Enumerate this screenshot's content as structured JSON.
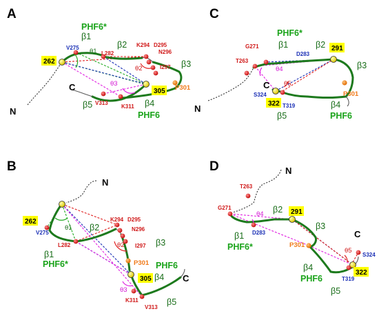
{
  "panels": {
    "A": {
      "label": "A",
      "n": "N",
      "c": "C",
      "phf6_star": "PHF6*",
      "phf6": "PHF6",
      "b1": "β1",
      "b2": "β2",
      "b3": "β3",
      "b4": "β4",
      "b5": "β5",
      "t1": "θ1",
      "t2": "θ2",
      "t3": "θ3",
      "r262": "262",
      "r305": "305",
      "v275": "V275",
      "l282": "L282",
      "k294": "K294",
      "d295": "D295",
      "n296": "N296",
      "i297": "I297",
      "p301": "P301",
      "v313": "V313",
      "k311": "K311"
    },
    "B": {
      "label": "B",
      "n": "N",
      "c": "C",
      "phf6_star": "PHF6*",
      "phf6": "PHF6",
      "b1": "β1",
      "b2": "β2",
      "b3": "β3",
      "b4": "β4",
      "b5": "β5",
      "t1": "θ1",
      "t2": "θ2",
      "t3": "θ3",
      "r262": "262",
      "r305": "305",
      "v275": "V275",
      "l282": "L282",
      "k294": "K294",
      "d295": "D295",
      "n296": "N296",
      "i297": "I297",
      "p301": "P301",
      "k311": "K311",
      "v313": "V313"
    },
    "C": {
      "label": "C",
      "n": "N",
      "c": "C",
      "phf6_star": "PHF6*",
      "phf6": "PHF6",
      "b1": "β1",
      "b2": "β2",
      "b3": "β3",
      "b4": "β4",
      "b5": "β5",
      "t4": "θ4",
      "t5": "θ5",
      "r291": "291",
      "r322": "322",
      "g271": "G271",
      "t263": "T263",
      "d283": "D283",
      "s324": "S324",
      "t319": "T319",
      "p301": "P301"
    },
    "D": {
      "label": "D",
      "n": "N",
      "c": "C",
      "phf6_star": "PHF6*",
      "phf6": "PHF6",
      "b1": "β1",
      "b2": "β2",
      "b3": "β3",
      "b4": "β4",
      "b5": "β5",
      "t4": "θ4",
      "t5": "θ5",
      "r291": "291",
      "r322": "322",
      "t263": "T263",
      "g271": "G271",
      "d283": "D283",
      "p301": "P301",
      "s324": "S324",
      "t319": "T319"
    }
  },
  "colors": {
    "strand": "#1d7a1d",
    "phf_label": "#1aa31a",
    "residue_red": "#d01818",
    "residue_blue": "#1a2fb5",
    "residue_orange": "#f07a1a",
    "highlight": "#ffff00",
    "line_green": "#22aa22",
    "line_red": "#e02020",
    "line_blue": "#1a2fb5",
    "line_magenta": "#e020e0"
  }
}
